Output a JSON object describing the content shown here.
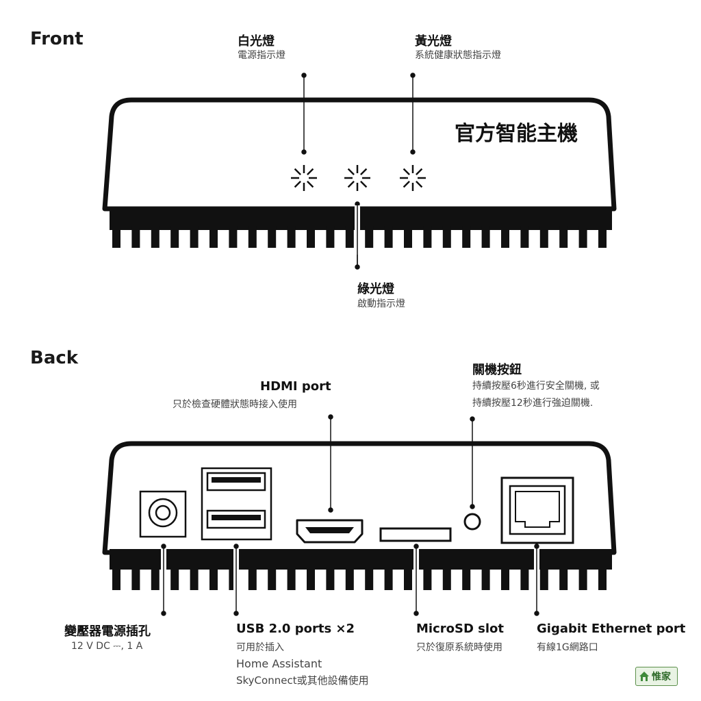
{
  "front": {
    "heading": "Front",
    "brand": "官方智能主機",
    "white_led": {
      "title": "白光燈",
      "desc": "電源指示燈"
    },
    "yellow_led": {
      "title": "黃光燈",
      "desc": "系統健康狀態指示燈"
    },
    "green_led": {
      "title": "綠光燈",
      "desc": "啟動指示燈"
    }
  },
  "back": {
    "heading": "Back",
    "hdmi": {
      "title": "HDMI port",
      "desc": "只於檢查硬體狀態時接入使用"
    },
    "power_button": {
      "title": "關機按鈕",
      "desc1": "持續按壓6秒進行安全關機, 或",
      "desc2": "持續按壓12秒進行強迫關機."
    },
    "power_jack": {
      "title": "變壓器電源插孔",
      "desc": "12 V DC ⎓, 1 A"
    },
    "usb": {
      "title": "USB 2.0 ports ×2",
      "desc1": "可用於插入",
      "desc2": "Home Assistant",
      "desc3": "SkyConnect或其他設備使用"
    },
    "microsd": {
      "title": "MicroSD slot",
      "desc": "只於復原系統時使用"
    },
    "ethernet": {
      "title": "Gigabit Ethernet port",
      "desc": "有線1G網路口"
    }
  },
  "watermark": {
    "text": "惟家"
  }
}
